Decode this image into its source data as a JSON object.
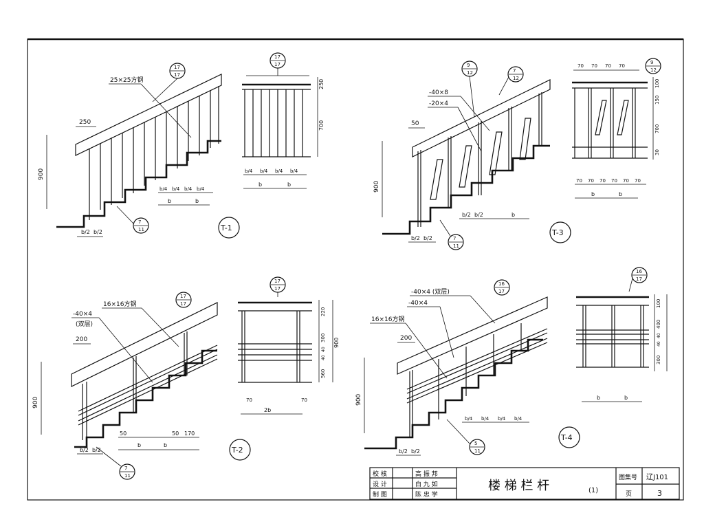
{
  "sheet": {
    "title": "楼 梯 栏 杆",
    "title_suffix": "(1)",
    "atlas_label": "图集号",
    "atlas_no": "辽J101",
    "page_label": "页",
    "page_no": "3",
    "rows": [
      {
        "role": "校 核",
        "name": "高 振 邦"
      },
      {
        "role": "设 计",
        "name": "白 九 如"
      },
      {
        "role": "制 图",
        "name": "陈 忠 学"
      }
    ]
  },
  "panels": {
    "t1": {
      "code": "T-1",
      "note": "25×25方钢",
      "dim_top": "250",
      "dim_height": "900",
      "dims_bottom": [
        "b/2",
        "b/2"
      ],
      "dims_steps": [
        "b/4",
        "b/4",
        "b/4",
        "b/4",
        "b",
        "b"
      ],
      "callout_top": {
        "num": "17",
        "den": "17"
      },
      "callout_bottom": {
        "num": "7",
        "den": "11"
      },
      "elev": {
        "callout": {
          "num": "17",
          "den": "17"
        },
        "dims_right": [
          "250",
          "700"
        ],
        "dims_bottom": [
          "b/4",
          "b/4",
          "b/4",
          "b/4"
        ],
        "dims_b": [
          "b",
          "b"
        ]
      }
    },
    "t3": {
      "code": "T-3",
      "note1": "-40×8",
      "note2": "-20×4",
      "dim_top": "50",
      "dim_height": "900",
      "dims_bottom": [
        "b/2",
        "b/2"
      ],
      "dims_steps": [
        "b/2",
        "b/2",
        "b"
      ],
      "callout_top1": {
        "num": "9",
        "den": "12"
      },
      "callout_top2": {
        "num": "7",
        "den": "12"
      },
      "callout_bottom": {
        "num": "7",
        "den": "11"
      },
      "elev": {
        "callout": {
          "num": "9",
          "den": "12"
        },
        "dims_top": [
          "70",
          "70",
          "70",
          "70"
        ],
        "dims_right": [
          "100",
          "150",
          "700",
          "30"
        ],
        "dims_bottom": [
          "70",
          "70",
          "70",
          "70",
          "70",
          "70"
        ],
        "dims_b": [
          "b",
          "b"
        ]
      }
    },
    "t2": {
      "code": "T-2",
      "note1": "16×16方钢",
      "note2": "-40×4",
      "note3": "(双层)",
      "dim_top": "200",
      "dim_height": "900",
      "dims_bottom": [
        "b/2",
        "b/2"
      ],
      "dims_steps": [
        "50",
        "b",
        "b",
        "50",
        "170"
      ],
      "callout_top": {
        "num": "17",
        "den": "17"
      },
      "callout_bottom": {
        "num": "7",
        "den": "11"
      },
      "elev": {
        "callout": {
          "num": "17",
          "den": "17"
        },
        "dims_right": [
          "220",
          "300",
          "40",
          "40",
          "560",
          "900"
        ],
        "dims_bottom": [
          "70",
          "70"
        ],
        "dims_b": "2b"
      }
    },
    "t4": {
      "code": "T-4",
      "note1": "-40×4 (双层)",
      "note2": "-40×4",
      "note3": "16×16方钢",
      "dim_top": "200",
      "dim_height": "900",
      "dims_bottom": [
        "b/2",
        "b/2"
      ],
      "dims_steps": [
        "b/4",
        "b/4",
        "b/4",
        "b/4"
      ],
      "callout_top": {
        "num": "16",
        "den": "17"
      },
      "callout_bottom": {
        "num": "5",
        "den": "11"
      },
      "elev": {
        "callout": {
          "num": "16",
          "den": "17"
        },
        "dims_right": [
          "100",
          "400",
          "40",
          "40",
          "300"
        ],
        "dims_b": [
          "b",
          "b"
        ]
      }
    }
  }
}
